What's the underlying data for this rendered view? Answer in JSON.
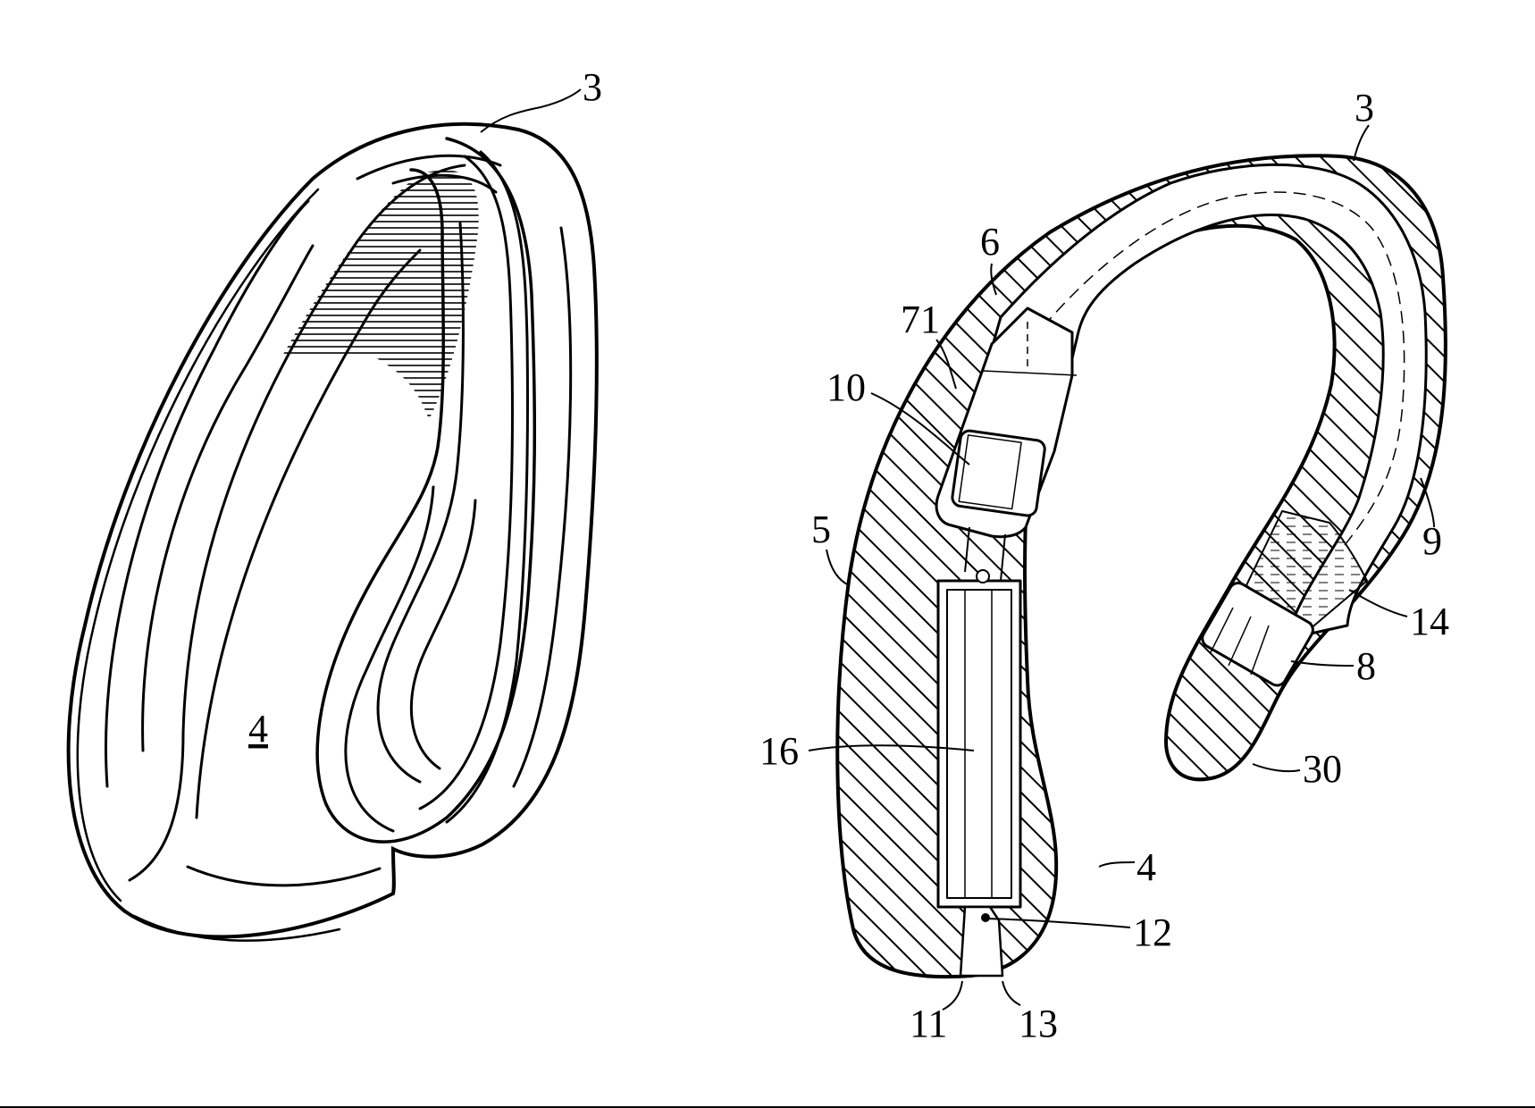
{
  "figure": {
    "left_view": {
      "labels": {
        "ref_3": "3",
        "ref_4": "4"
      }
    },
    "right_view": {
      "labels": {
        "ref_3": "3",
        "ref_6": "6",
        "ref_71": "71",
        "ref_10": "10",
        "ref_5": "5",
        "ref_16": "16",
        "ref_4": "4",
        "ref_12": "12",
        "ref_11": "11",
        "ref_13": "13",
        "ref_9": "9",
        "ref_14": "14",
        "ref_8": "8",
        "ref_30": "30"
      }
    }
  },
  "colors": {
    "ink": "#000000",
    "paper": "#ffffff"
  }
}
